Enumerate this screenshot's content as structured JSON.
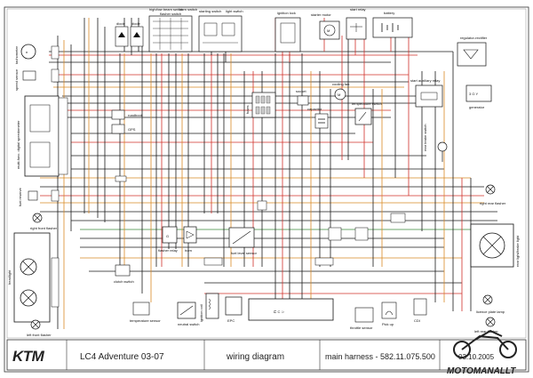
{
  "components": {
    "tachometer": "tachometer",
    "diode_top": "diode",
    "diode_right": "diode",
    "highlow_beam_switch": "high/low beam switch",
    "horn_switch": "horn switch",
    "flasher_switch": "flasher switch",
    "starting_switch": "starting switch",
    "light_switch": "light switch",
    "ignition_lock": "ignition lock",
    "starter_motor": "starter motor",
    "start_relay": "start relay",
    "battery": "battery",
    "regulator_rectifier": "regulator-rectifier",
    "start_auxiliary_relay": "start auxiliary relay",
    "generator": "generator",
    "cooling_fan": "cooling fan",
    "temperature_switch": "temperature switch",
    "capacitor": "capacitor",
    "fuses": "fuses",
    "socket": "socket",
    "roadbook": "roadbook",
    "gps": "GPS",
    "speed_sensor": "speed sensor",
    "cockpit": "multi-func. digital speedometer",
    "fuel_reserve": "fuel reserve",
    "rear_brake_switch": "rear brake switch",
    "light_rear_flasher": "right rear flasher",
    "left_rear_flasher": "left rear flasher",
    "light_front_flasher": "right front flasher",
    "left_front_flasher": "left front flasher",
    "headlight": "headlight",
    "rear_light": "rear light/brake light",
    "license_plate_lamp": "licence plate lamp",
    "flasher_relay": "flasher relay",
    "horn": "horn",
    "fuel_level_sensor": "fuel level sensor",
    "clutch_switch": "clutch switch",
    "temperature_sensor": "temperature sensor",
    "neutral_switch": "neutral switch",
    "ignition_coil": "ignition coil",
    "epc": "EPC",
    "pick_up": "Pick up",
    "cdi": "CDI",
    "throttle_sensor": "throttle sensor",
    "cdi_symbols": "⊏ C ⊃"
  },
  "title_block": {
    "logo": "KTM",
    "model": "LC4 Adventure 03-07",
    "type": "wiring diagram",
    "sheet": "main harness - 582.11.075.500",
    "date": "03.10.2005",
    "watermark": "MOTOMANALLT"
  },
  "colors": {
    "wire_black": "#1a1a1a",
    "wire_red": "#d0302a",
    "wire_orange": "#d98a25",
    "wire_green": "#3a8a3a",
    "wire_blue": "#3055c0",
    "wire_brown": "#7a4a20",
    "wire_grey": "#888888",
    "watermark": "#222222"
  }
}
